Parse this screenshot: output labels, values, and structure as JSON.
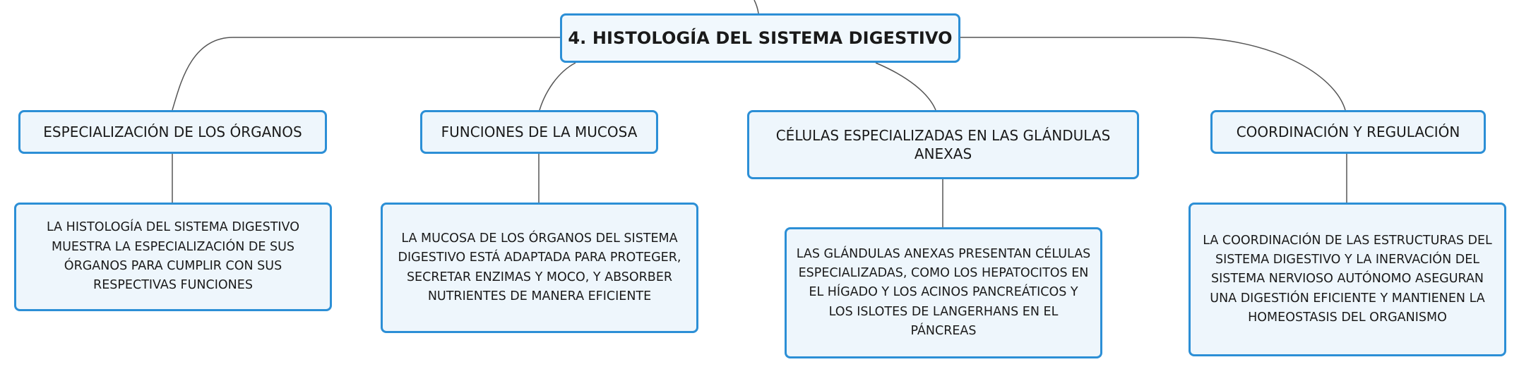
{
  "root": {
    "title": "4. HISTOLOGÍA DEL SISTEMA DIGESTIVO"
  },
  "topics": [
    {
      "label": "ESPECIALIZACIÓN DE LOS ÓRGANOS",
      "detail": "LA HISTOLOGÍA DEL SISTEMA DIGESTIVO MUESTRA LA ESPECIALIZACIÓN DE SUS ÓRGANOS PARA CUMPLIR CON SUS RESPECTIVAS FUNCIONES"
    },
    {
      "label": "FUNCIONES DE LA MUCOSA",
      "detail": "LA MUCOSA DE LOS ÓRGANOS DEL SISTEMA DIGESTIVO ESTÁ ADAPTADA PARA PROTEGER, SECRETAR ENZIMAS Y MOCO, Y ABSORBER NUTRIENTES DE MANERA EFICIENTE"
    },
    {
      "label": "CÉLULAS ESPECIALIZADAS EN LAS GLÁNDULAS ANEXAS",
      "detail": "LAS GLÁNDULAS ANEXAS PRESENTAN CÉLULAS ESPECIALIZADAS, COMO LOS HEPATOCITOS EN EL HÍGADO Y LOS ACINOS PANCREÁTICOS Y LOS ISLOTES DE LANGERHANS EN EL PÁNCREAS"
    },
    {
      "label": "COORDINACIÓN Y REGULACIÓN",
      "detail": "LA COORDINACIÓN DE LAS ESTRUCTURAS DEL SISTEMA DIGESTIVO Y LA INERVACIÓN DEL SISTEMA NERVIOSO AUTÓNOMO ASEGURAN UNA DIGESTIÓN EFICIENTE Y MANTIENEN LA HOMEOSTASIS DEL ORGANISMO"
    }
  ]
}
